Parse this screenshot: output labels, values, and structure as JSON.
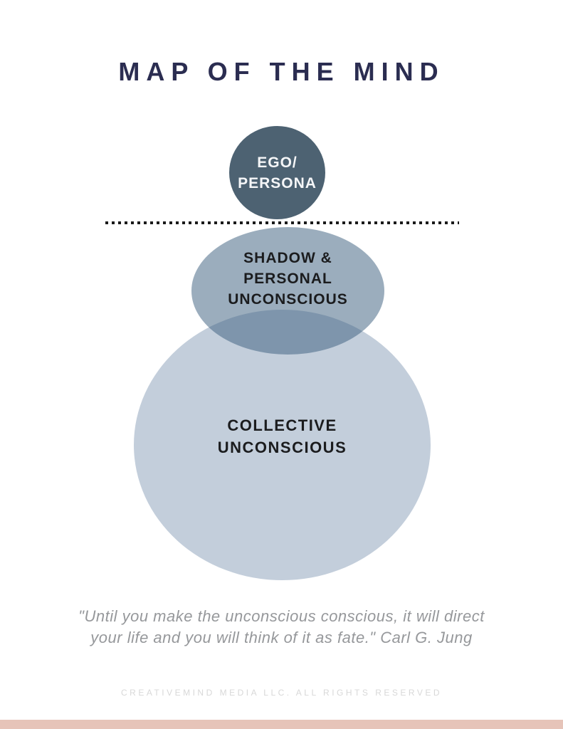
{
  "poster": {
    "title": "MAP OF THE MIND",
    "quote": "\"Until you make the unconscious conscious, it will direct\nyour life and you will think of it as fate.\" Carl G. Jung",
    "quote_attribution": "Carl G. Jung",
    "footer": "CREATIVEMIND MEDIA LLC. ALL RIGHTS RESERVED"
  },
  "diagram": {
    "ego_label": "EGO/\nPERSONA",
    "shadow_label": "SHADOW &\nPERSONAL\nUNCONSCIOUS",
    "collective_label": "COLLECTIVE\nUNCONSCIOUS",
    "colors": {
      "title_navy": "#2b2d51",
      "ego_circle": "#4d6272",
      "shadow_ellipse": "rgba(63,97,129,0.52)",
      "collective_circle": "#c3cedb",
      "divider_dots": "#1a1a1a",
      "quote_gray": "#96989b",
      "footer_gray": "#d8d8d8",
      "accent_bar_pink": "#e6c4b9"
    }
  }
}
